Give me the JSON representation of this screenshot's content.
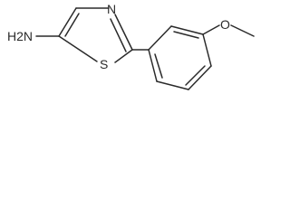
{
  "molecule": {
    "atoms": {
      "amine": "H2N",
      "thiazole_nitrogen": "N",
      "thiazole_sulfur": "S",
      "ether_oxygen": "O"
    }
  },
  "colors": {
    "bond": "#2a2a2a",
    "background": "#ffffff"
  }
}
